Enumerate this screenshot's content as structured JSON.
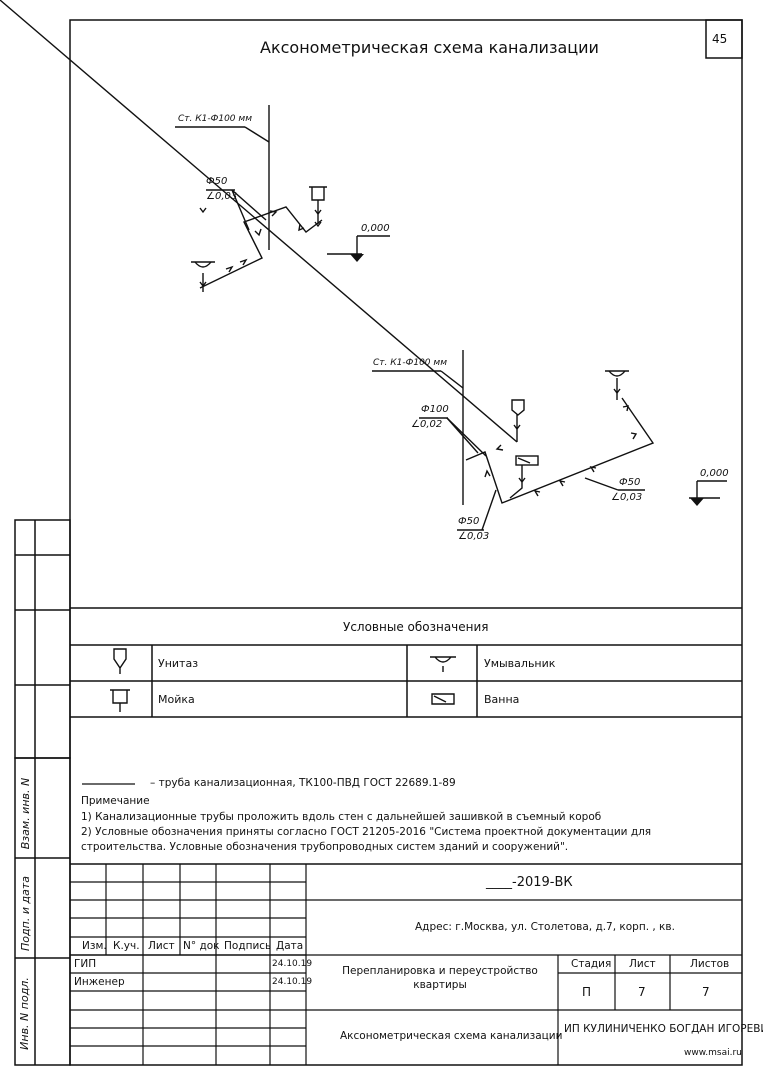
{
  "sheet_number": "45",
  "title": "Аксонометрическая схема канализации",
  "diagram": {
    "riser_label_1": "Ст. К1-Ф100 мм",
    "riser_label_2": "Ст. К1-Ф100 мм",
    "pipe1_diameter": "Ф50",
    "pipe1_slope": "∠0,03",
    "pipe2_diameter": "Ф100",
    "pipe2_slope": "∠0,02",
    "pipe3_diameter": "Ф50",
    "pipe3_slope": "∠0,03",
    "pipe4_diameter": "Ф50",
    "pipe4_slope": "∠0,03",
    "level_1": "0,000",
    "level_2": "0,000"
  },
  "legend": {
    "heading": "Условные обозначения",
    "items": [
      {
        "icon": "toilet-icon",
        "label": "Унитаз"
      },
      {
        "icon": "washbasin-icon",
        "label": "Умывальник"
      },
      {
        "icon": "sink-icon",
        "label": "Мойка"
      },
      {
        "icon": "bathtub-icon",
        "label": "Ванна"
      }
    ]
  },
  "notes": {
    "pipe_legend": "– труба канализационная, ТК100-ПВД ГОСТ 22689.1-89",
    "heading": "Примечание",
    "note1": "1) Канализационные трубы проложить вдоль стен с дальнейшей зашивкой в съемный короб",
    "note2": "2) Условные обозначения приняты согласно ГОСТ 21205-2016 \"Система проектной документации для строительства. Условные обозначения трубопроводных систем зданий и сооружений\"."
  },
  "side_stamp": {
    "vzam": "Взам. инв. N",
    "podp": "Подп. и дата",
    "inv": "Инв. N подл."
  },
  "title_block": {
    "doc_code": "____-2019-ВК",
    "address": "Адрес: г.Москва, ул. Столетова, д.7, корп. , кв.",
    "headers": [
      "Изм.",
      "К.уч.",
      "Лист",
      "N° док",
      "Подпись",
      "Дата"
    ],
    "gip": "ГИП",
    "gip_date": "24.10.19",
    "engineer": "Инженер",
    "engineer_date": "24.10.19",
    "project": "Перепланировка и переустройство квартиры",
    "stage_label": "Стадия",
    "sheet_label": "Лист",
    "sheets_label": "Листов",
    "stage": "П",
    "sheet": "7",
    "sheets": "7",
    "drawing_name": "Аксонометрическая схема канализации",
    "company": "ИП КУЛИНИЧЕНКО БОГДАН ИГОРЕВИЧ",
    "website": "www.msai.ru"
  }
}
